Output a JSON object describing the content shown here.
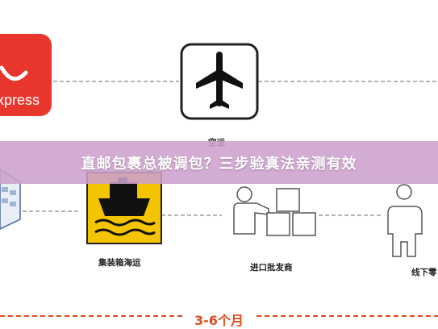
{
  "logo": {
    "text": "xpress",
    "color": "#e8362d"
  },
  "banner": {
    "title": "直邮包裹总被调包？三步验真法亲测有效"
  },
  "nodes": {
    "air": "空运",
    "sea": "集装箱海运",
    "wholesale": "进口批发商",
    "offline": "线下零"
  },
  "duration": "3-6个月",
  "colors": {
    "accent": "#e24b1f",
    "ship_bg": "#f5c400",
    "line": "#777777"
  }
}
